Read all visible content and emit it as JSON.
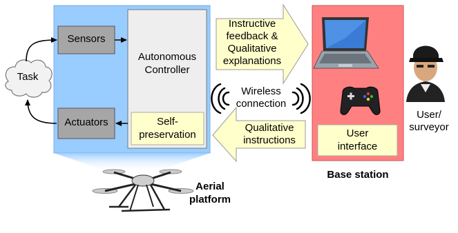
{
  "aerial_platform": {
    "sensors": "Sensors",
    "actuators": "Actuators",
    "controller_line1": "Autonomous",
    "controller_line2": "Controller",
    "self_preservation_line1": "Self-",
    "self_preservation_line2": "preservation",
    "label_line1": "Aerial",
    "label_line2": "platform"
  },
  "task": "Task",
  "links": {
    "feedback_line1": "Instructive",
    "feedback_line2": "feedback &",
    "feedback_line3": "Qualitative",
    "feedback_line4": "explanations",
    "wireless_line1": "Wireless",
    "wireless_line2": "connection",
    "instructions_line1": "Qualitative",
    "instructions_line2": "instructions"
  },
  "base_station": {
    "ui_line1": "User",
    "ui_line2": "interface",
    "label": "Base station"
  },
  "user": {
    "line1": "User/",
    "line2": "surveyor"
  },
  "colors": {
    "platform_blue": "#99ccff",
    "station_red": "#ff8080",
    "box_gray": "#a6a6a6",
    "controller_gray": "#eeeeee",
    "note_yellow": "#ffffcc"
  }
}
